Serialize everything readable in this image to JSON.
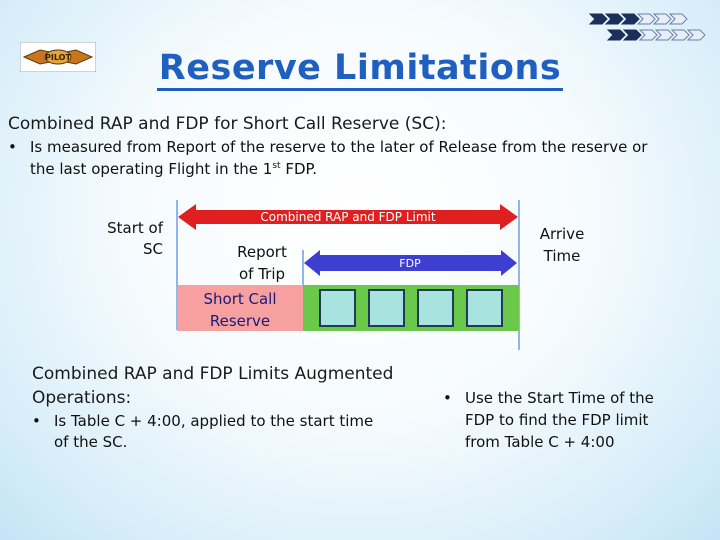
{
  "title": "Reserve Limitations",
  "intro_heading": "Combined RAP and FDP for Short Call Reserve (SC):",
  "intro_bullet_line1": "Is measured from Report of the reserve to the later of Release from the reserve or",
  "intro_bullet_line2_pre": "the last operating Flight in the 1",
  "intro_bullet_sup": "st",
  "intro_bullet_line2_post": " FDP.",
  "logo_text": "PILOT",
  "diagram": {
    "start_line1": "Start of",
    "start_line2": "SC",
    "limit_label": "Combined RAP and FDP Limit",
    "report_line1": "Report",
    "report_line2": "of Trip",
    "fdp_label": "FDP",
    "arrive_line1": "Arrive",
    "arrive_line2": "Time",
    "reserve_line1": "Short Call",
    "reserve_line2": "Reserve",
    "colors": {
      "red": "#e02020",
      "blue": "#3d3fd0",
      "green": "#6ac94a",
      "teal_box": "#a7e4df",
      "pink": "#f7a0a0"
    }
  },
  "augmented_heading_line1": "Combined RAP and FDP Limits Augmented",
  "augmented_heading_line2": "Operations:",
  "augmented_bullet_line1": "Is Table C + 4:00, applied to the start time",
  "augmented_bullet_line2": "of the SC.",
  "right_bullet_line1": "Use the Start Time of the",
  "right_bullet_line2": "FDP to find the FDP limit",
  "right_bullet_line3": "from Table C + 4:00"
}
